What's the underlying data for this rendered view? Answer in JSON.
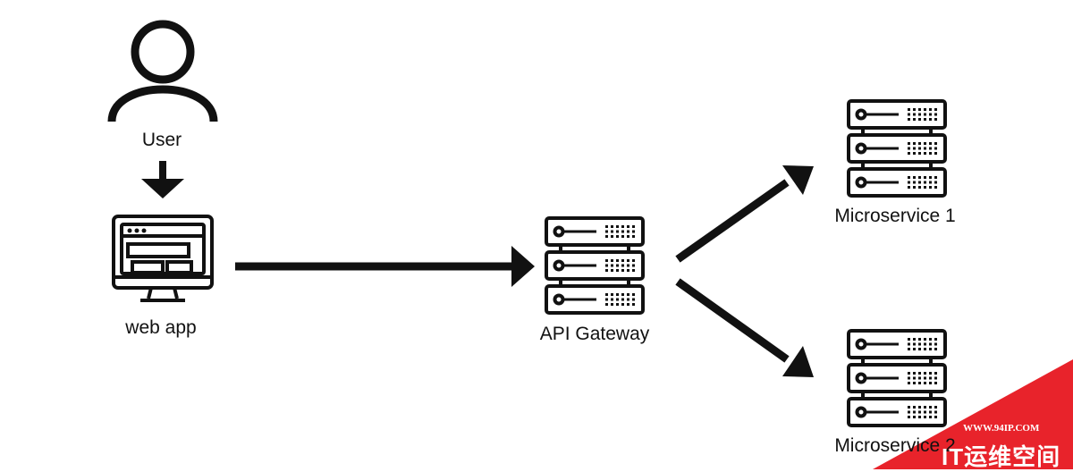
{
  "nodes": {
    "user": {
      "label": "User"
    },
    "web_app": {
      "label": "web app"
    },
    "api_gateway": {
      "label": "API Gateway"
    },
    "microservice_1": {
      "label": "Microservice 1"
    },
    "microservice_2": {
      "label": "Microservice 2"
    }
  },
  "edges": [
    {
      "from": "User",
      "to": "web app"
    },
    {
      "from": "web app",
      "to": "API Gateway"
    },
    {
      "from": "API Gateway",
      "to": "Microservice 1"
    },
    {
      "from": "API Gateway",
      "to": "Microservice 2"
    }
  ],
  "watermark": {
    "url": "WWW.94IP.COM",
    "brand": "IT运维空间",
    "color": "#e8232b"
  },
  "colors": {
    "stroke": "#111111",
    "background": "#ffffff"
  }
}
